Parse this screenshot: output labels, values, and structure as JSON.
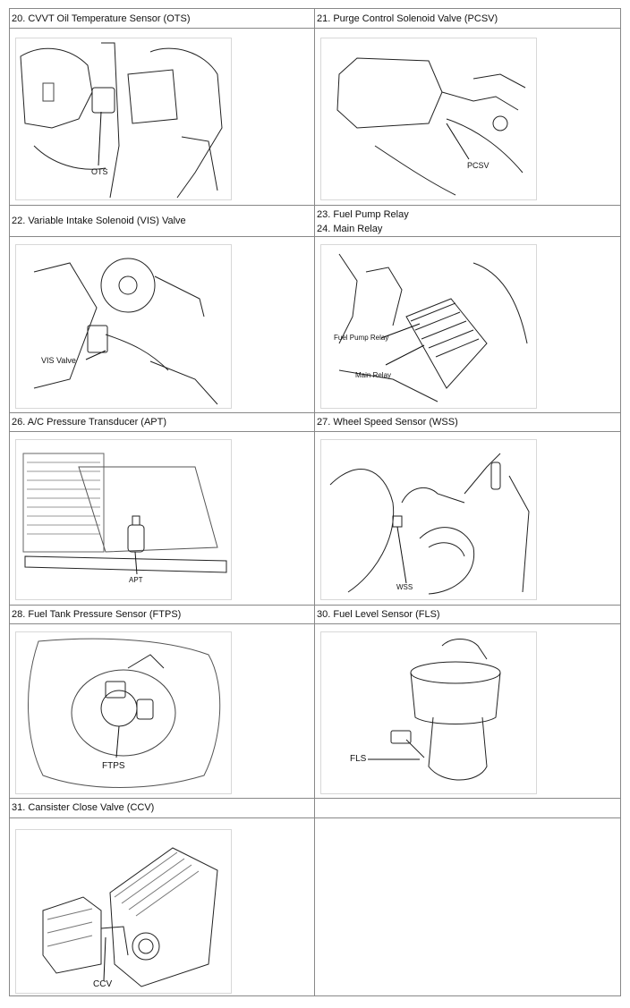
{
  "rows": [
    {
      "left": {
        "title": "20. CVVT Oil Temperature Sensor (OTS)",
        "callout": "OTS"
      },
      "right": {
        "title": "21. Purge Control Solenoid Valve (PCSV)",
        "callout": "PCSV"
      }
    },
    {
      "left": {
        "title": "22. Variable Intake Solenoid (VIS) Valve",
        "callout": "VIS Valve"
      },
      "right": {
        "title_line1": "23. Fuel Pump Relay",
        "title_line2": "24. Main Relay",
        "callout": "Fuel Pump Relay",
        "callout2": "Main Relay"
      }
    },
    {
      "left": {
        "title": "26. A/C Pressure Transducer (APT)",
        "callout": "APT"
      },
      "right": {
        "title": "27. Wheel Speed Sensor (WSS)",
        "callout": "WSS"
      }
    },
    {
      "left": {
        "title": "28. Fuel Tank Pressure Sensor (FTPS)",
        "callout": "FTPS"
      },
      "right": {
        "title": "30. Fuel Level Sensor (FLS)",
        "callout": "FLS"
      }
    },
    {
      "left": {
        "title": "31. Cansister Close Valve (CCV)",
        "callout": "CCV"
      },
      "right": {
        "title": ""
      }
    }
  ]
}
